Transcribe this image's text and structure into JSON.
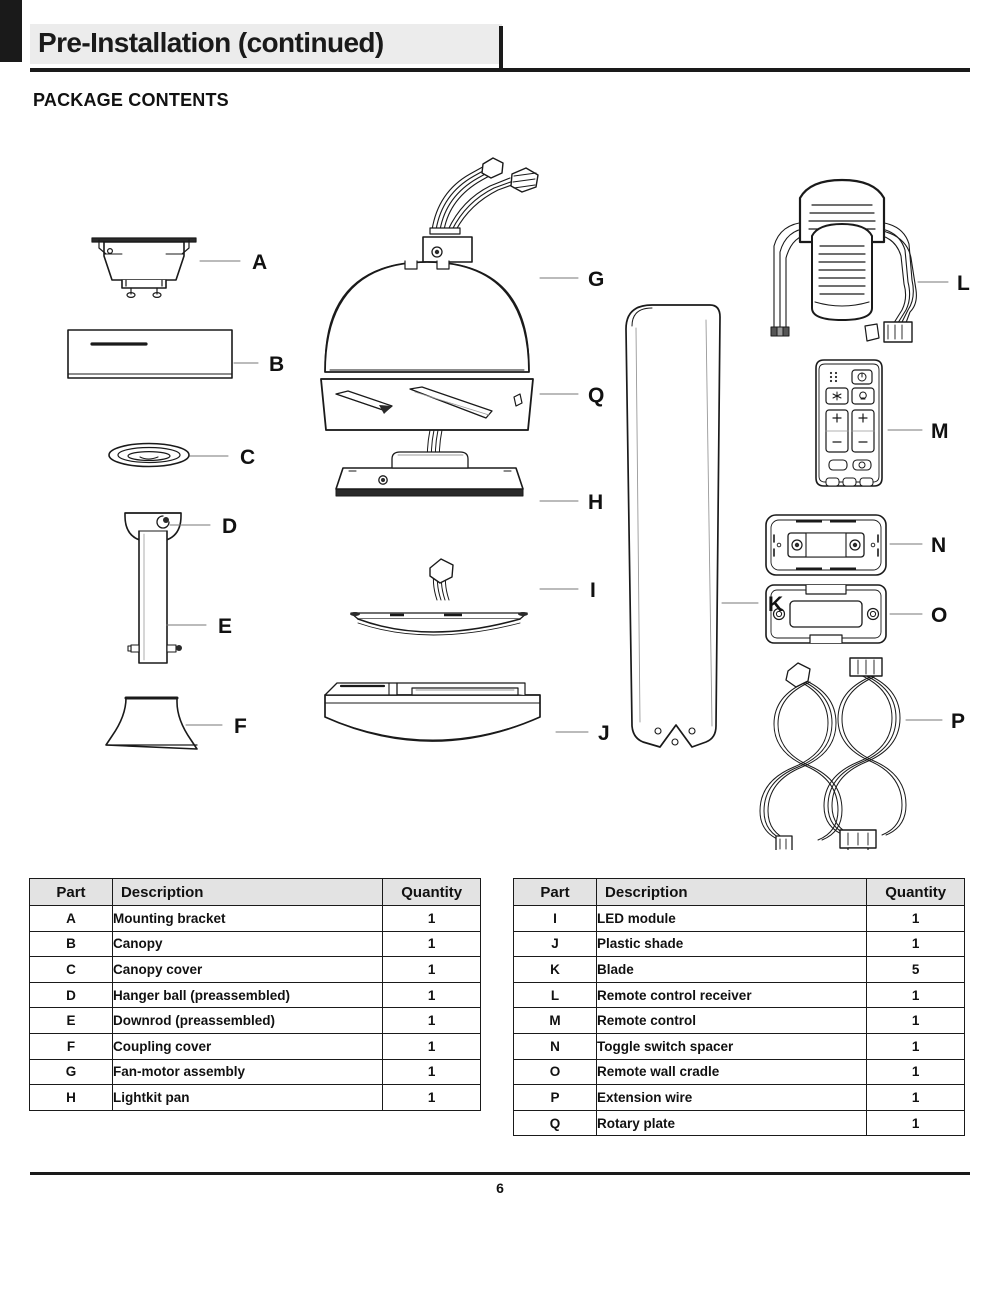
{
  "header": {
    "title": "Pre-Installation (continued)",
    "section_title": "PACKAGE CONTENTS"
  },
  "footer": {
    "page_number": "6"
  },
  "diagram": {
    "callouts": [
      {
        "id": "A",
        "label": "A",
        "part": "mounting-bracket"
      },
      {
        "id": "B",
        "label": "B",
        "part": "canopy"
      },
      {
        "id": "C",
        "label": "C",
        "part": "canopy-cover"
      },
      {
        "id": "D",
        "label": "D",
        "part": "hanger-ball"
      },
      {
        "id": "E",
        "label": "E",
        "part": "downrod"
      },
      {
        "id": "F",
        "label": "F",
        "part": "coupling-cover"
      },
      {
        "id": "G",
        "label": "G",
        "part": "fan-motor-assembly"
      },
      {
        "id": "H",
        "label": "H",
        "part": "lightkit-pan"
      },
      {
        "id": "I",
        "label": "I",
        "part": "led-module"
      },
      {
        "id": "J",
        "label": "J",
        "part": "plastic-shade"
      },
      {
        "id": "K",
        "label": "K",
        "part": "blade"
      },
      {
        "id": "L",
        "label": "L",
        "part": "remote-control-receiver"
      },
      {
        "id": "M",
        "label": "M",
        "part": "remote-control"
      },
      {
        "id": "N",
        "label": "N",
        "part": "toggle-switch-spacer"
      },
      {
        "id": "O",
        "label": "O",
        "part": "remote-wall-cradle"
      },
      {
        "id": "P",
        "label": "P",
        "part": "extension-wire"
      },
      {
        "id": "Q",
        "label": "Q",
        "part": "rotary-plate"
      }
    ]
  },
  "tables": {
    "left": {
      "headers": {
        "part": "Part",
        "description": "Description",
        "quantity": "Quantity"
      },
      "rows": [
        {
          "part": "A",
          "description": "Mounting bracket",
          "quantity": "1"
        },
        {
          "part": "B",
          "description": "Canopy",
          "quantity": "1"
        },
        {
          "part": "C",
          "description": "Canopy cover",
          "quantity": "1"
        },
        {
          "part": "D",
          "description": "Hanger ball (preassembled)",
          "quantity": "1"
        },
        {
          "part": "E",
          "description": "Downrod (preassembled)",
          "quantity": "1"
        },
        {
          "part": "F",
          "description": "Coupling cover",
          "quantity": "1"
        },
        {
          "part": "G",
          "description": "Fan-motor assembly",
          "quantity": "1"
        },
        {
          "part": "H",
          "description": "Lightkit pan",
          "quantity": "1"
        }
      ]
    },
    "right": {
      "headers": {
        "part": "Part",
        "description": "Description",
        "quantity": "Quantity"
      },
      "rows": [
        {
          "part": "I",
          "description": "LED module",
          "quantity": "1"
        },
        {
          "part": "J",
          "description": "Plastic shade",
          "quantity": "1"
        },
        {
          "part": "K",
          "description": "Blade",
          "quantity": "5"
        },
        {
          "part": "L",
          "description": "Remote control receiver",
          "quantity": "1"
        },
        {
          "part": "M",
          "description": "Remote control",
          "quantity": "1"
        },
        {
          "part": "N",
          "description": "Toggle switch spacer",
          "quantity": "1"
        },
        {
          "part": "O",
          "description": "Remote wall cradle",
          "quantity": "1"
        },
        {
          "part": "P",
          "description": "Extension wire",
          "quantity": "1"
        },
        {
          "part": "Q",
          "description": "Rotary plate",
          "quantity": "1"
        }
      ]
    }
  },
  "colors": {
    "ink": "#111111",
    "band": "#ececec",
    "table_header": "#e3e3e3"
  }
}
